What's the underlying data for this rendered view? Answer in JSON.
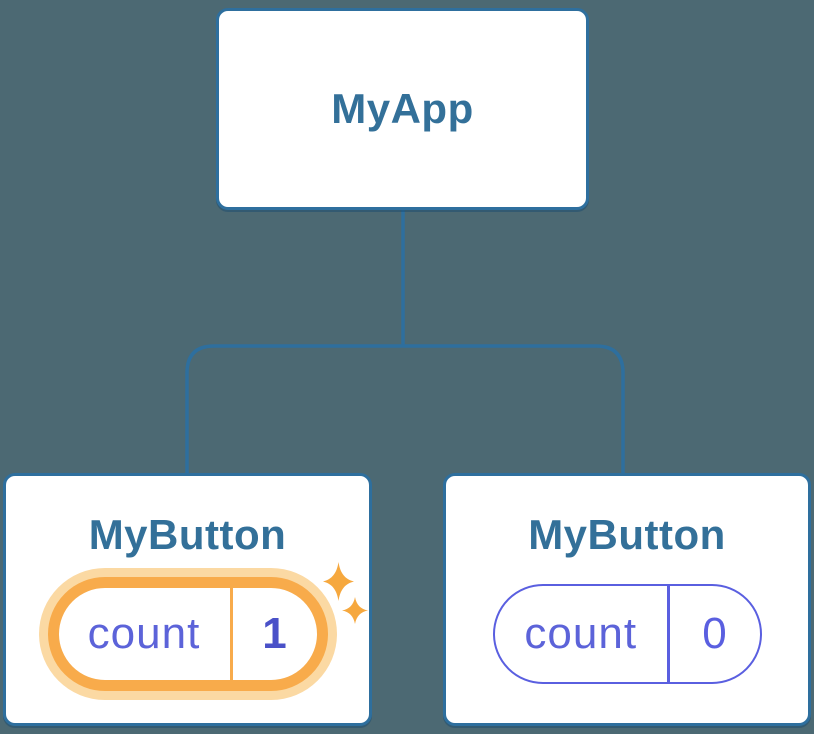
{
  "diagram": {
    "type": "component-tree",
    "root": {
      "title": "MyApp"
    },
    "children": [
      {
        "title": "MyButton",
        "highlighted": true,
        "state": {
          "label": "count",
          "value": "1"
        }
      },
      {
        "title": "MyButton",
        "highlighted": false,
        "state": {
          "label": "count",
          "value": "0"
        }
      }
    ]
  },
  "icons": {
    "sparkle_large": "sparkle-icon",
    "sparkle_small": "sparkle-icon"
  },
  "colors": {
    "background": "#4C6973",
    "card_border": "#2E6F9E",
    "card_background": "#FFFFFF",
    "title_text": "#337099",
    "connector": "#2E6F9E",
    "state_label": "#5C63D9",
    "state_value_highlight": "#4A51C8",
    "pill_border": "#5A5FE0",
    "highlight_orange": "#F8AB4B",
    "highlight_halo": "#FBD9A3",
    "sparkle": "#F6A83E"
  }
}
